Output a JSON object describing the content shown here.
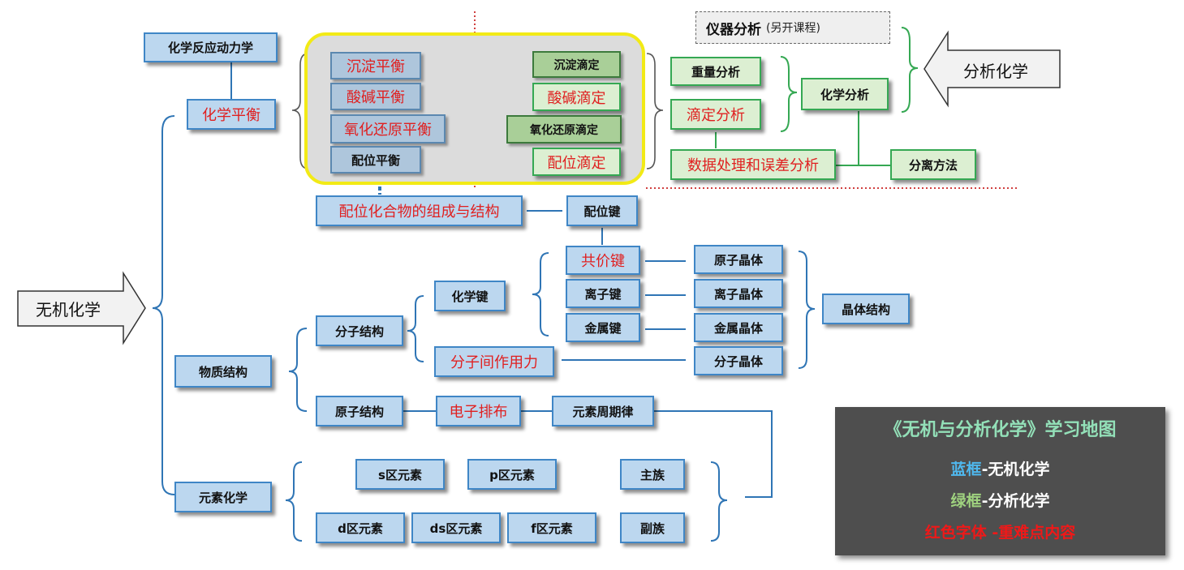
{
  "roots": {
    "inorganic": "无机化学",
    "analytical": "分析化学"
  },
  "kinetics": "化学反应动力学",
  "equilibrium": "化学平衡",
  "equilibria": [
    "沉淀平衡",
    "酸碱平衡",
    "氧化还原平衡",
    "配位平衡"
  ],
  "titrations": [
    "沉淀滴定",
    "酸碱滴定",
    "氧化还原滴定",
    "配位滴定"
  ],
  "instrumental": {
    "name": "仪器分析",
    "note": "(另开课程)"
  },
  "analysis": {
    "gravimetric": "重量分析",
    "titrimetric": "滴定分析",
    "chemical": "化学分析",
    "data": "数据处理和误差分析",
    "separation": "分离方法"
  },
  "coordination": {
    "compound": "配位化合物的组成与结构",
    "bond": "配位键"
  },
  "structure": {
    "matter": "物质结构",
    "molecular": "分子结构",
    "atomic": "原子结构",
    "chemical_bond": "化学键",
    "bonds": [
      "共价键",
      "离子键",
      "金属键"
    ],
    "crystals": [
      "原子晶体",
      "离子晶体",
      "金属晶体",
      "分子晶体"
    ],
    "intermolecular": "分子间作用力",
    "crystal_structure": "晶体结构",
    "electron": "电子排布",
    "periodic": "元素周期律"
  },
  "elements": {
    "title": "元素化学",
    "blocks": [
      "s区元素",
      "p区元素",
      "d区元素",
      "ds区元素",
      "f区元素"
    ],
    "main_group": "主族",
    "sub_group": "副族"
  },
  "legend": {
    "title": "《无机与分析化学》学习地图",
    "blue_key": "蓝框",
    "blue_text": "-无机化学",
    "green_key": "绿框",
    "green_text": "-分析化学",
    "red_key": "红色字体",
    "red_text": " -重难点内容"
  },
  "colors": {
    "blue_border": "#3f86c6",
    "blue_fill": "#bcd7ef",
    "green_border": "#35a853",
    "green_fill": "#dcefd2",
    "red_text": "#e02020",
    "highlight": "#f2ea16"
  }
}
